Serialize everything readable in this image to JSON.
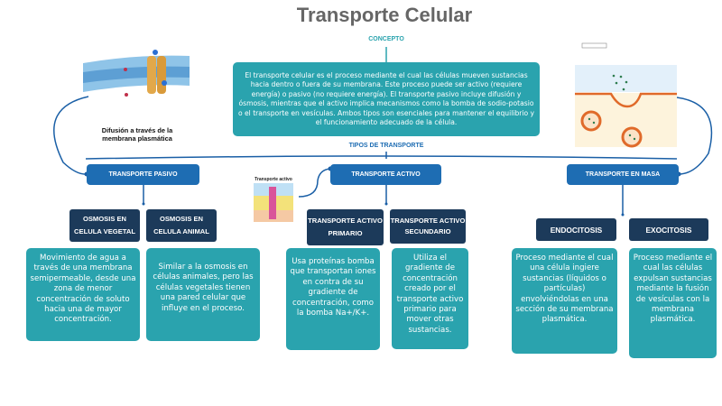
{
  "title": "Transporte Celular",
  "concept": {
    "label": "CONCEPTO",
    "text": "El transporte celular es el proceso mediante el cual las células mueven sustancias hacia dentro o fuera de su membrana. Este proceso puede ser activo (requiere energía) o pasivo (no requiere energía). El transporte pasivo incluye difusión y ósmosis, mientras que el activo implica mecanismos como la bomba de sodio-potasio o el transporte en vesículas. Ambos tipos son esenciales para mantener el equilibrio y el funcionamiento adecuado de la célula."
  },
  "types_label": "TIPOS DE TRANSPORTE",
  "pasivo": {
    "label": "TRANSPORTE PASIVO",
    "image_caption": "Difusión a través de la membrana plasmática",
    "sub": [
      {
        "title": "OSMOSIS EN CELULA VEGETAL",
        "text": "Movimiento de agua a través de una membrana semipermeable,  desde una zona de menor concentración de soluto hacia una de mayor concentración."
      },
      {
        "title": "OSMOSIS EN CELULA ANIMAL",
        "text": "Similar a la osmosis en células animales, pero las células vegetales tienen una pared celular que influye en el proceso."
      }
    ]
  },
  "activo": {
    "label": "TRANSPORTE ACTIVO",
    "image_caption": "Transporte activo",
    "sub": [
      {
        "title": "TRANSPORTE ACTIVO PRIMARIO",
        "text": "Usa proteínas bomba que transportan iones en contra de su gradiente de concentración, como la bomba Na+/K+."
      },
      {
        "title": "TRANSPORTE ACTIVO SECUNDARIO",
        "text": "Utiliza el gradiente de concentración creado por el transporte activo primario para mover otras sustancias."
      }
    ]
  },
  "masa": {
    "label": "TRANSPORTE EN MASA",
    "sub": [
      {
        "title": "ENDOCITOSIS",
        "text": "Proceso mediante el cual una célula ingiere sustancias (líquidos o partículas) envolviéndolas en una sección de su membrana plasmática."
      },
      {
        "title": "EXOCITOSIS",
        "text": "Proceso mediante el cual las células expulsan sustancias mediante la fusión de vesículas con la membrana plasmática."
      }
    ]
  },
  "colors": {
    "teal": "#2aa3ae",
    "blue": "#1e6db3",
    "navy": "#1c3a5a",
    "line": "#1a5fa6"
  }
}
